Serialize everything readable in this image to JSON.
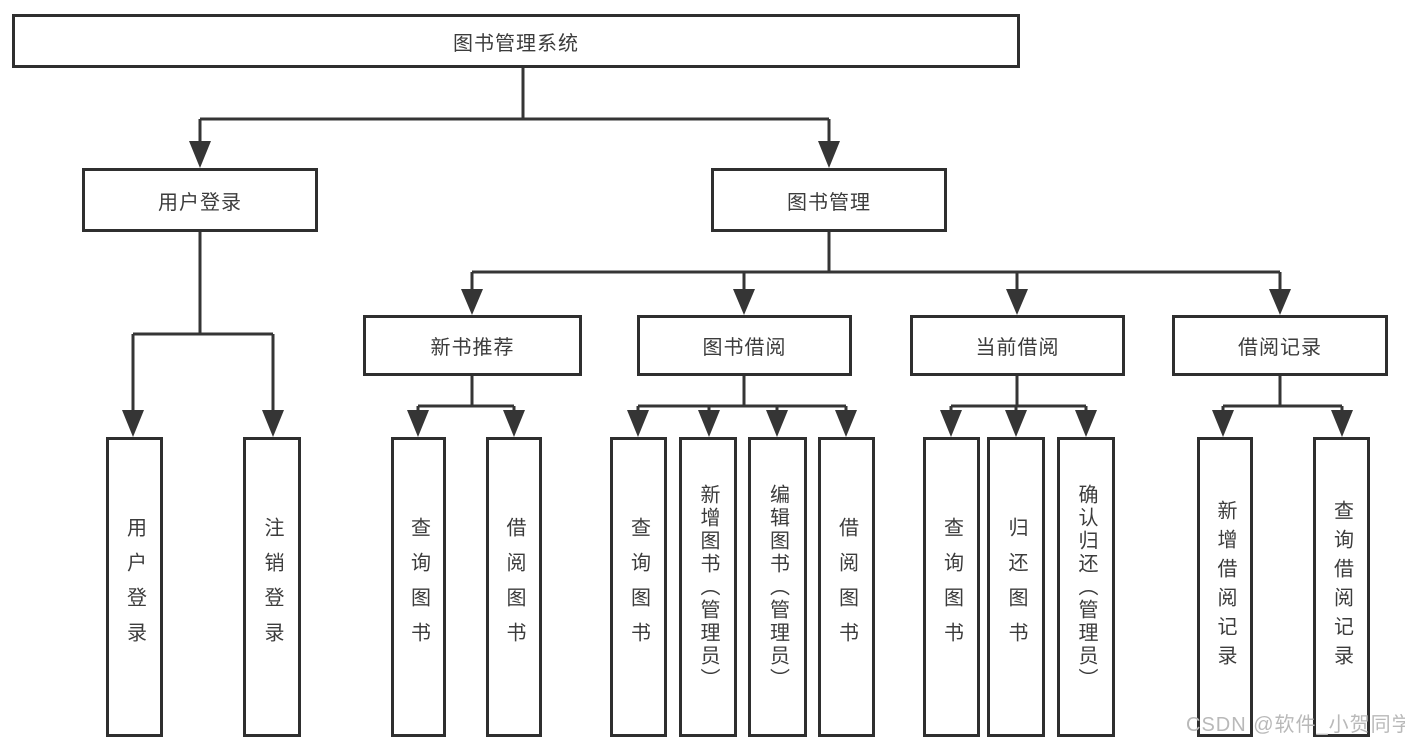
{
  "diagram_type": "hierarchy-tree",
  "watermark": "CSDN @软件_小贺同学",
  "colors": {
    "background": "#ffffff",
    "line": "#353535",
    "border": "#2f2f2f",
    "text": "#3c3c3c",
    "watermark": "#b9b9b9"
  },
  "tree": {
    "label": "图书管理系统",
    "children": [
      {
        "label": "用户登录",
        "children": [
          {
            "label": "用户登录"
          },
          {
            "label": "注销登录"
          }
        ]
      },
      {
        "label": "图书管理",
        "children": [
          {
            "label": "新书推荐",
            "children": [
              {
                "label": "查询图书"
              },
              {
                "label": "借阅图书"
              }
            ]
          },
          {
            "label": "图书借阅",
            "children": [
              {
                "label": "查询图书"
              },
              {
                "label": "新增图书（管理员）"
              },
              {
                "label": "编辑图书（管理员）"
              },
              {
                "label": "借阅图书"
              }
            ]
          },
          {
            "label": "当前借阅",
            "children": [
              {
                "label": "查询图书"
              },
              {
                "label": "归还图书"
              },
              {
                "label": "确认归还（管理员）"
              }
            ]
          },
          {
            "label": "借阅记录",
            "children": [
              {
                "label": "新增借阅记录"
              },
              {
                "label": "查询借阅记录"
              }
            ]
          }
        ]
      }
    ]
  }
}
